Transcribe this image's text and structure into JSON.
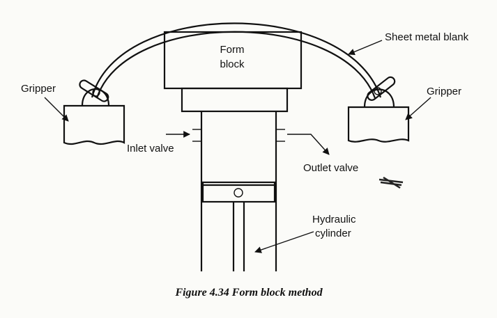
{
  "labels": {
    "form_block_line1": "Form",
    "form_block_line2": "block",
    "sheet_metal_blank": "Sheet metal blank",
    "gripper_left": "Gripper",
    "gripper_right": "Gripper",
    "inlet_valve": "Inlet valve",
    "outlet_valve": "Outlet valve",
    "hydraulic_line1": "Hydraulic",
    "hydraulic_line2": "cylinder"
  },
  "caption": "Figure 4.34 Form block method"
}
